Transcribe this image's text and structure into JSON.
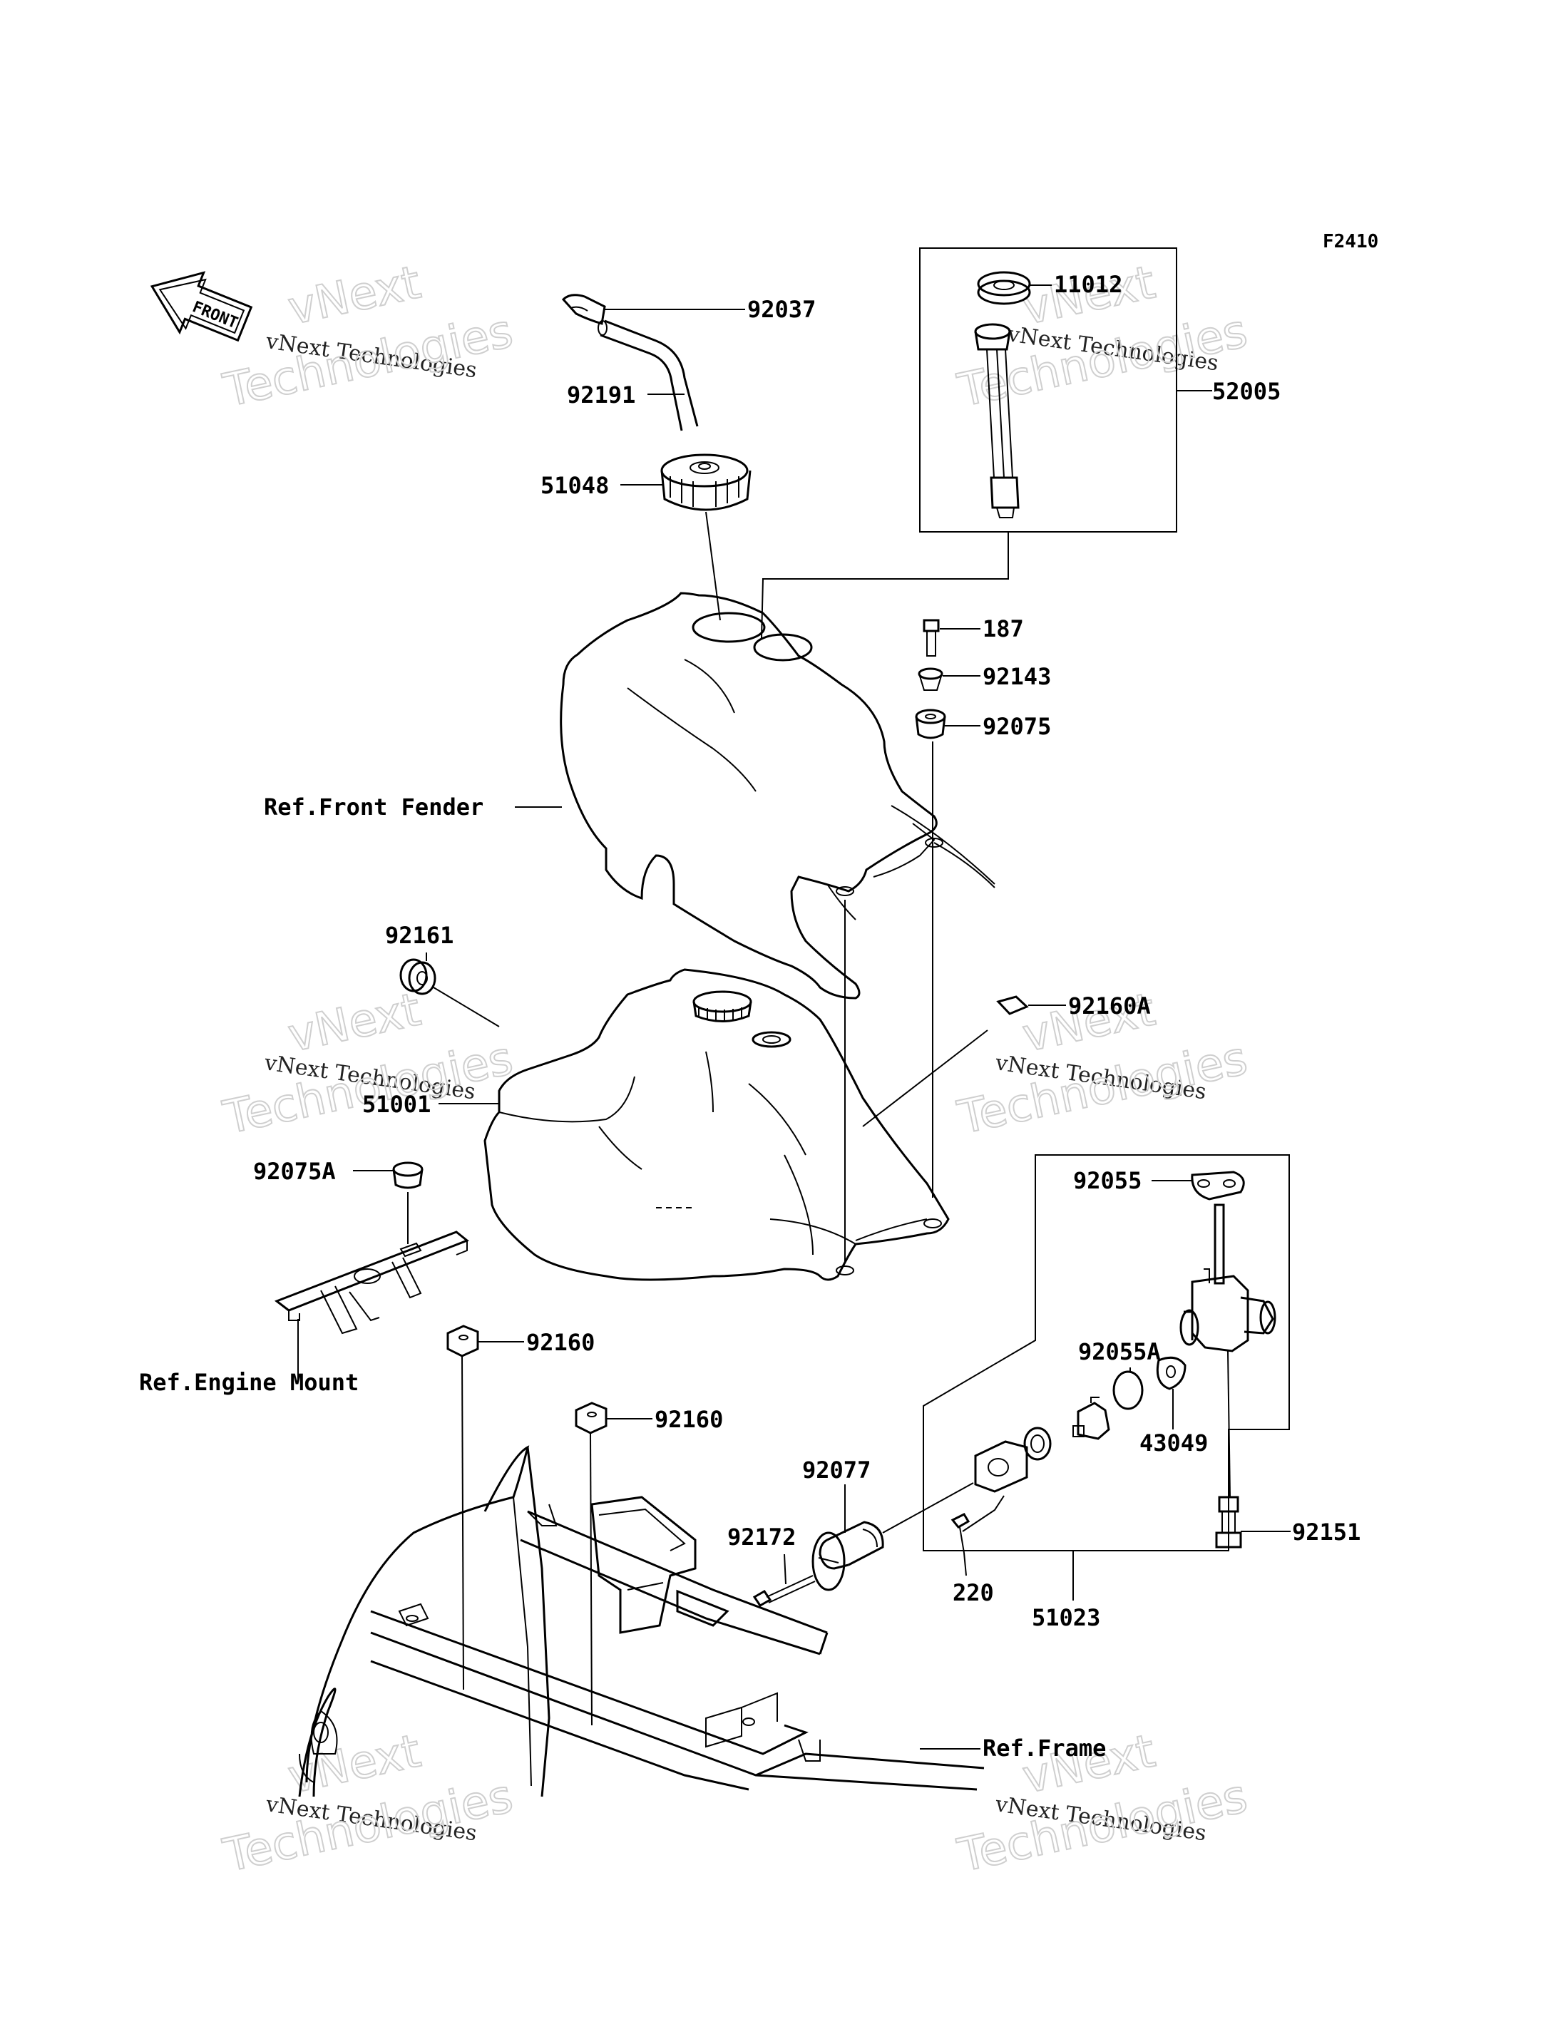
{
  "diagram_code": "F2410",
  "front_arrow": "FRONT",
  "watermark": {
    "line1": "vNext",
    "line2": "vNext Technologies",
    "line3": "Technologies"
  },
  "labels": {
    "p92037": "92037",
    "p11012": "11012",
    "p52005": "52005",
    "p92191": "92191",
    "p51048": "51048",
    "p187": "187",
    "p92143": "92143",
    "p92075": "92075",
    "ref_front_fender": "Ref.Front Fender",
    "p92161": "92161",
    "p92160A": "92160A",
    "p51001": "51001",
    "p92075A": "92075A",
    "p92055": "92055",
    "p92055A": "92055A",
    "p43049": "43049",
    "ref_engine_mount": "Ref.Engine Mount",
    "p92160a": "92160",
    "p92160b": "92160",
    "p92077": "92077",
    "p92172": "92172",
    "p220": "220",
    "p51023": "51023",
    "p92151": "92151",
    "ref_frame": "Ref.Frame"
  }
}
